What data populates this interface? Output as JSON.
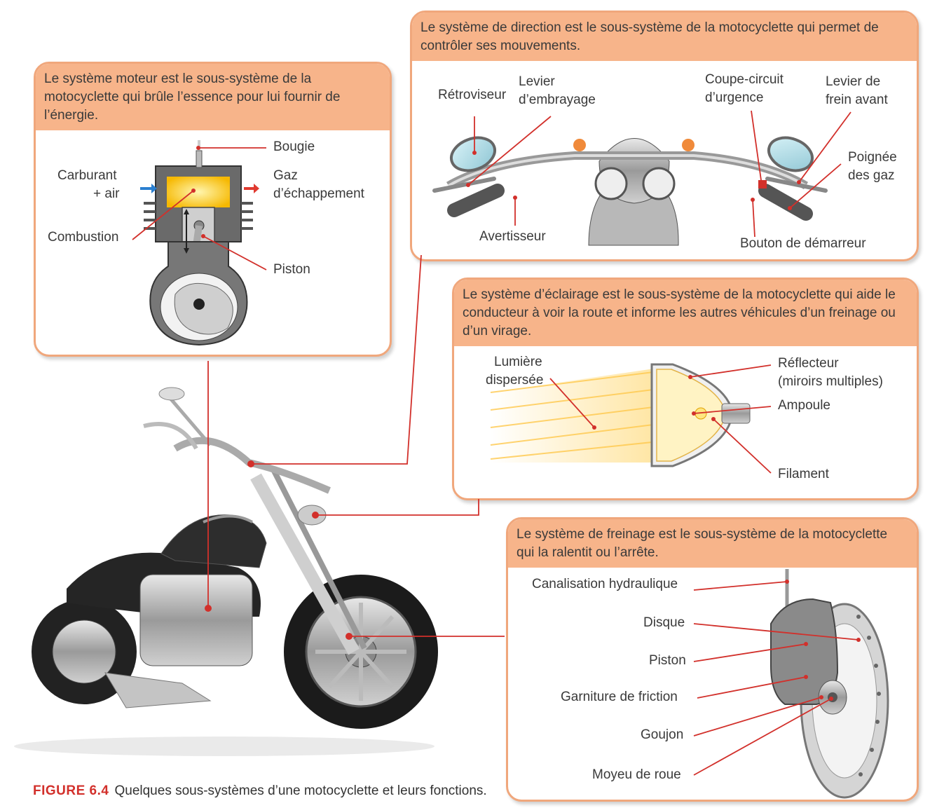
{
  "engine": {
    "description": "Le système moteur est le sous-système de la motocyclette qui brûle l’essence pour lui fournir de l’énergie.",
    "labels": {
      "bougie": "Bougie",
      "carburant": "Carburant",
      "air": "+ air",
      "gaz1": "Gaz",
      "gaz2": "d’échappement",
      "combustion": "Combustion",
      "piston": "Piston"
    }
  },
  "steering": {
    "description": "Le système de direction est le sous-système de la motocyclette qui permet de contrôler ses mouvements.",
    "labels": {
      "retroviseur": "Rétroviseur",
      "levier1": "Levier",
      "levier2": "d’embrayage",
      "coupe1": "Coupe-circuit",
      "coupe2": "d’urgence",
      "frein1": "Levier de",
      "frein2": "frein avant",
      "poignee1": "Poignée",
      "poignee2": "des gaz",
      "avertisseur": "Avertisseur",
      "bouton": "Bouton de démarreur"
    }
  },
  "lighting": {
    "description": "Le système d’éclairage est le sous-système de la motocyclette qui aide le conducteur à voir la route et informe les autres véhicules d’un freinage ou d’un virage.",
    "labels": {
      "lumiere1": "Lumière",
      "lumiere2": "dispersée",
      "reflecteur1": "Réflecteur",
      "reflecteur2": "(miroirs multiples)",
      "ampoule": "Ampoule",
      "filament": "Filament"
    }
  },
  "braking": {
    "description": "Le système de freinage est le sous-système de la motocyclette qui la ralentit ou l’arrête.",
    "labels": {
      "canalisation": "Canalisation hydraulique",
      "disque": "Disque",
      "piston": "Piston",
      "garniture": "Garniture de friction",
      "goujon": "Goujon",
      "moyeu": "Moyeu de roue"
    }
  },
  "caption": {
    "figure": "FIGURE 6.4",
    "text": "Quelques sous-systèmes d’une motocyclette et leurs fonctions."
  },
  "colors": {
    "panel_header": "#f7b48a",
    "panel_border": "#f0a77c",
    "leader_line": "#d2302b",
    "figure_label": "#d2302b"
  }
}
